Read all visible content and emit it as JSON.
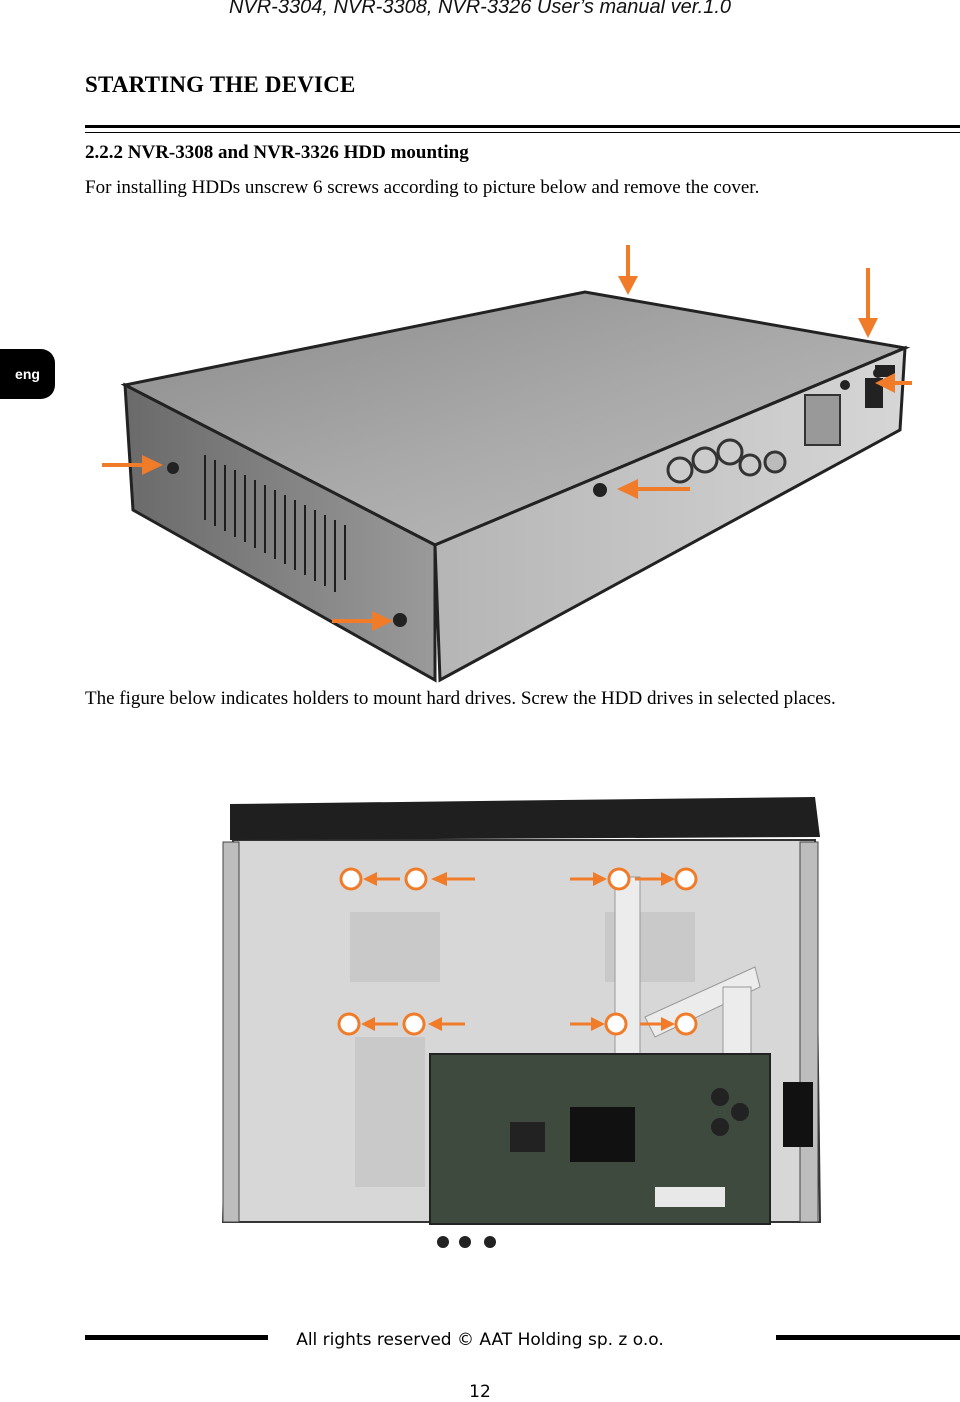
{
  "header": {
    "title": "NVR-3304, NVR-3308, NVR-3326  User’s manual ver.1.0"
  },
  "section": {
    "title": "STARTING THE DEVICE"
  },
  "subsection": {
    "title": "2.2.2 NVR-3308 and NVR-3326 HDD mounting"
  },
  "paragraphs": {
    "intro": "For installing HDDs  unscrew 6 screws according to picture below and remove the cover.",
    "holders": "The figure below indicates holders to mount hard drives. Screw the HDD drives in selected places."
  },
  "side_tab": {
    "label": "eng"
  },
  "footer": {
    "copyright": "All rights reserved © AAT Holding sp. z o.o.",
    "page_number": "12"
  },
  "colors": {
    "accent": "#f07c2a",
    "tab": "#000000"
  }
}
